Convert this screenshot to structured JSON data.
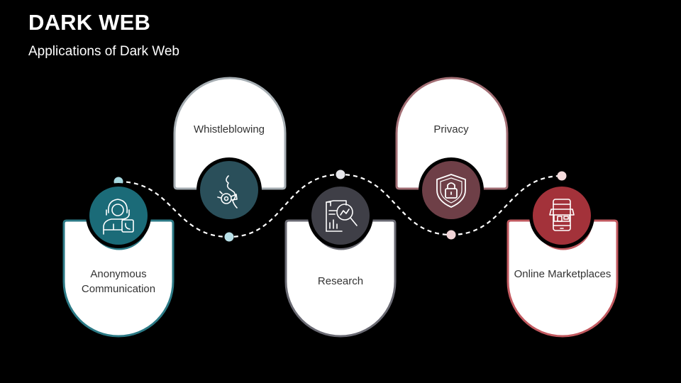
{
  "header": {
    "title": "DARK WEB",
    "subtitle": "Applications of Dark Web"
  },
  "items": [
    {
      "label": "Anonymous Communication",
      "icon": "call-center-agent-icon",
      "color": "#1B6B78",
      "border": "#2C7A86"
    },
    {
      "label": "Whistleblowing",
      "icon": "whistle-icon",
      "color": "#2A4F5A",
      "border": "#A6AEB3"
    },
    {
      "label": "Research",
      "icon": "magnifier-report-icon",
      "color": "#3F3F47",
      "border": "#6B6B74"
    },
    {
      "label": "Privacy",
      "icon": "shield-lock-icon",
      "color": "#6E3F47",
      "border": "#A26E74"
    },
    {
      "label": "Online Marketplaces",
      "icon": "mobile-store-icon",
      "color": "#A3323A",
      "border": "#C25A60"
    }
  ],
  "connector_dot_colors": [
    "#A7D8E0",
    "#B9E0E8",
    "#E6E6EA",
    "#F1D5D8",
    "#F6DCDD"
  ]
}
